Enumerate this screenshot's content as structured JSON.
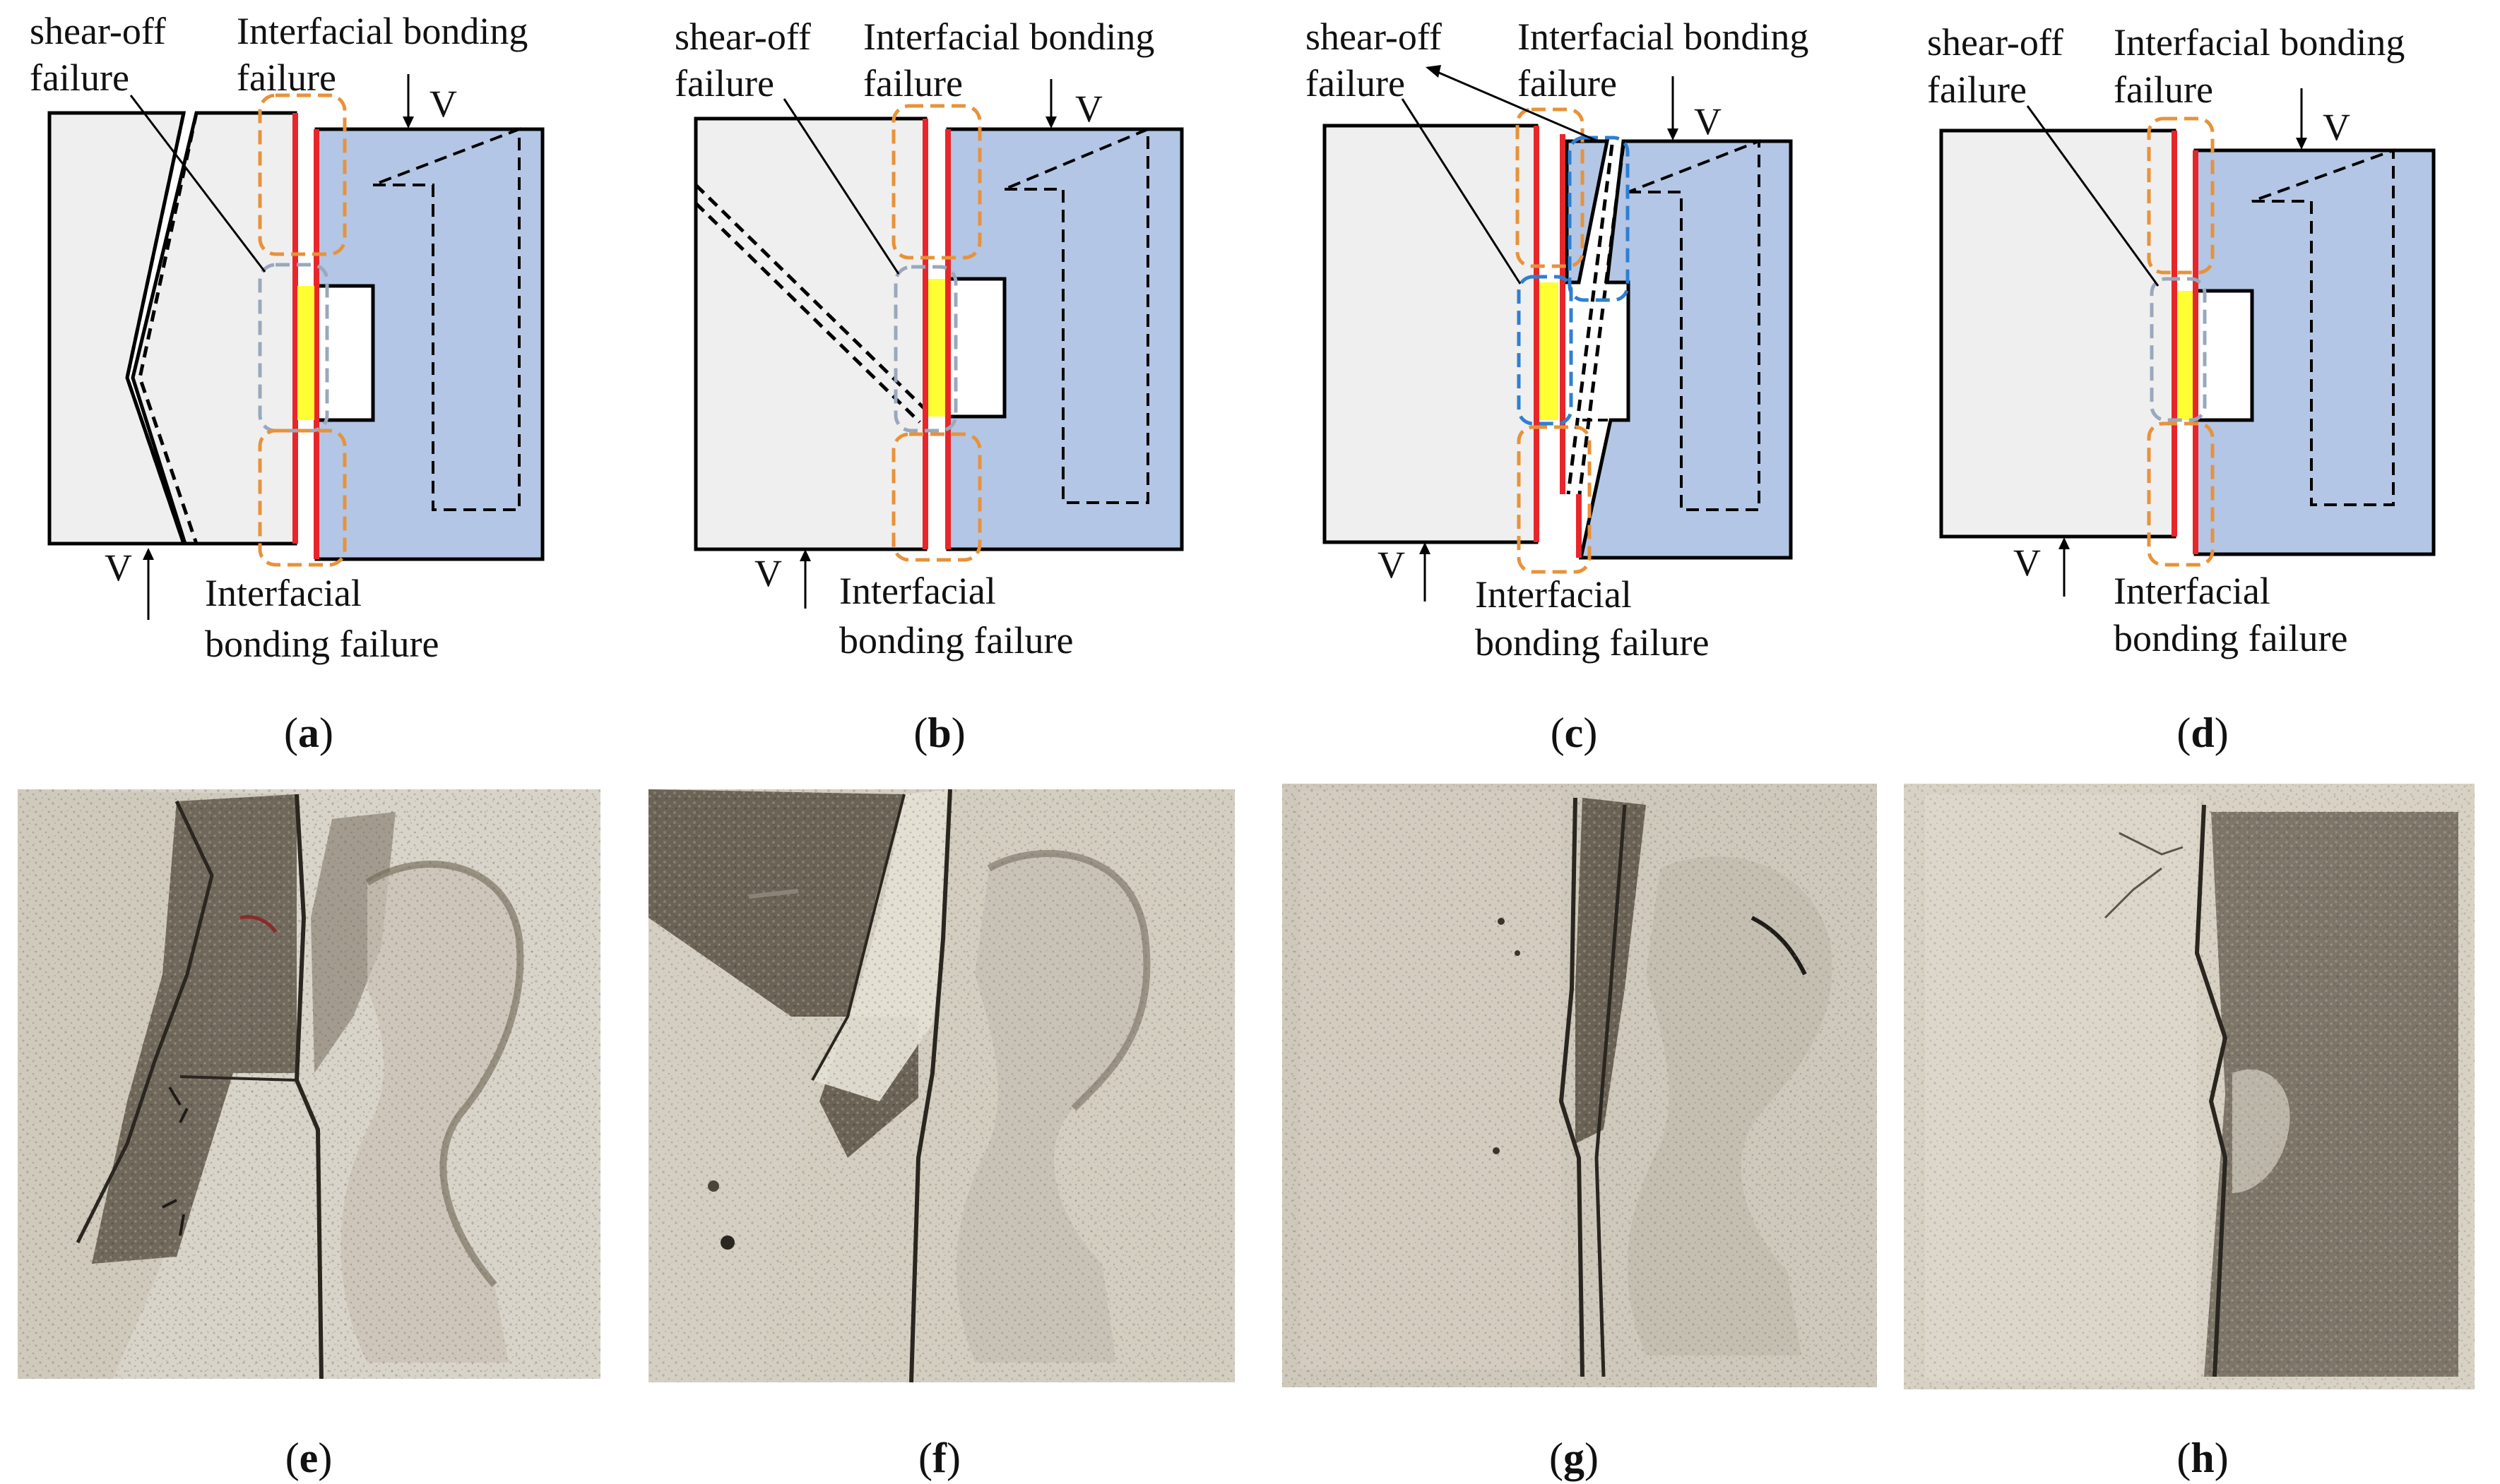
{
  "figure": {
    "panels": [
      {
        "id": "a",
        "caption": "a",
        "callouts": {
          "shear": [
            "shear-off",
            "failure"
          ],
          "top": [
            "Interfacial bonding",
            "failure"
          ],
          "bottom": [
            "Interfacial",
            "bonding failure"
          ]
        },
        "load": "V"
      },
      {
        "id": "b",
        "caption": "b",
        "callouts": {
          "shear": [
            "shear-off",
            "failure"
          ],
          "top": [
            "Interfacial bonding",
            "failure"
          ],
          "bottom": [
            "Interfacial",
            "bonding failure"
          ]
        },
        "load": "V"
      },
      {
        "id": "c",
        "caption": "c",
        "callouts": {
          "shear": [
            "shear-off",
            "failure"
          ],
          "top": [
            "Interfacial bonding",
            "failure"
          ],
          "bottom": [
            "Interfacial",
            "bonding failure"
          ]
        },
        "load": "V"
      },
      {
        "id": "d",
        "caption": "d",
        "callouts": {
          "shear": [
            "shear-off",
            "failure"
          ],
          "top": [
            "Interfacial bonding",
            "failure"
          ],
          "bottom": [
            "Interfacial",
            "bonding failure"
          ]
        },
        "load": "V"
      }
    ],
    "photos": [
      {
        "id": "e",
        "caption": "e"
      },
      {
        "id": "f",
        "caption": "f"
      },
      {
        "id": "g",
        "caption": "g"
      },
      {
        "id": "h",
        "caption": "h"
      }
    ],
    "colors": {
      "old_concrete": "#efefef",
      "new_concrete": "#b3c6e5",
      "bond_line": "#e8262a",
      "key_joint": "#ffff33",
      "orange_box": "#e8923a",
      "grey_box": "#9aa8bd",
      "blue_box": "#2f7fd1"
    }
  }
}
